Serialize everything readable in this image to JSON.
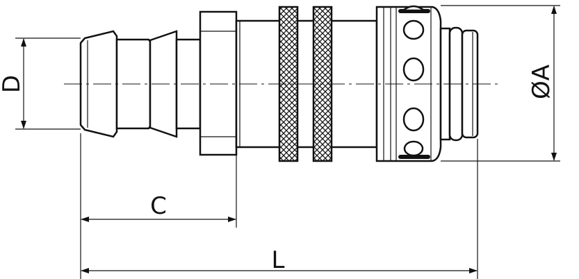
{
  "dimensions": {
    "diameter_label": "D",
    "length_c_label": "C",
    "length_l_label": "L",
    "outer_diameter_label": "ØA"
  },
  "colors": {
    "line": "#111111",
    "background": "#ffffff"
  }
}
